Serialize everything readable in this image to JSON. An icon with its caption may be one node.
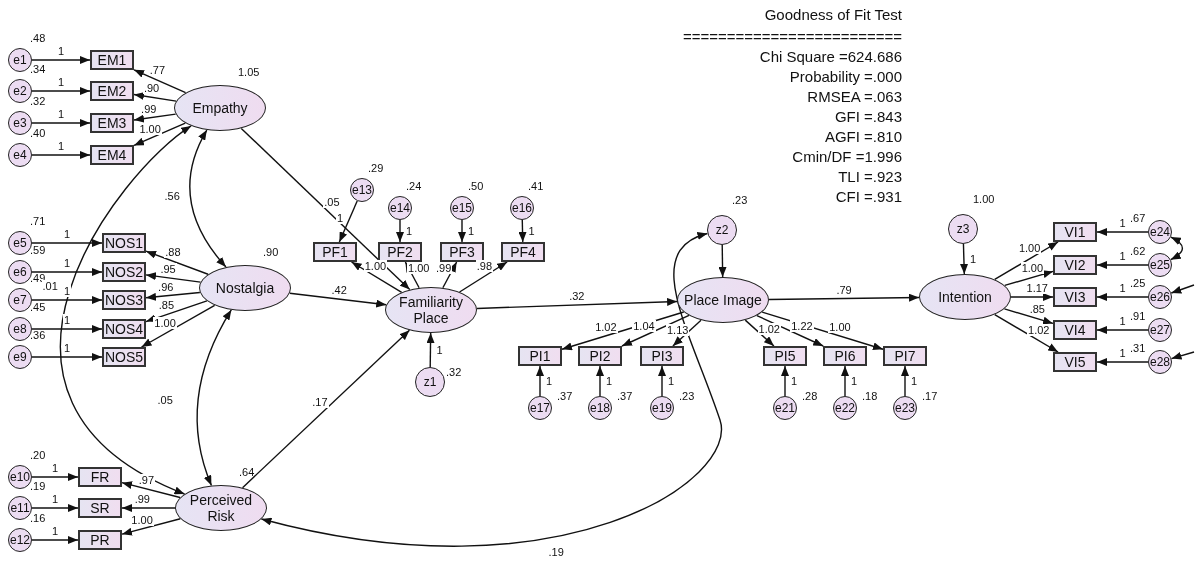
{
  "diagram": {
    "title": "Goodness of Fit Test",
    "nodes": [
      {
        "text": [
          "e1"
        ],
        "beside": [
          ".48"
        ]
      },
      {
        "text": [
          "e2"
        ],
        "beside": [
          ".34"
        ]
      },
      {
        "text": [
          "e3"
        ],
        "beside": [
          ".32"
        ]
      },
      {
        "text": [
          "e4"
        ],
        "beside": [
          ".40"
        ]
      },
      {
        "text": [
          "EM1"
        ]
      },
      {
        "text": [
          "EM2"
        ]
      },
      {
        "text": [
          "EM3"
        ]
      },
      {
        "text": [
          "EM4"
        ]
      },
      {
        "text": [
          "Empathy"
        ],
        "beside": [
          "1.05"
        ]
      },
      {
        "text": [
          "e5"
        ],
        "beside": [
          ".71"
        ]
      },
      {
        "text": [
          "e6"
        ],
        "beside": [
          ".59"
        ]
      },
      {
        "text": [
          "e7"
        ],
        "beside": [
          ".49"
        ]
      },
      {
        "text": [
          "e8"
        ],
        "beside": [
          ".45"
        ]
      },
      {
        "text": [
          "e9"
        ],
        "beside": [
          ".36"
        ]
      },
      {
        "text": [
          "NOS1"
        ]
      },
      {
        "text": [
          "NOS2"
        ]
      },
      {
        "text": [
          "NOS3"
        ]
      },
      {
        "text": [
          "NOS4"
        ]
      },
      {
        "text": [
          "NOS5"
        ]
      },
      {
        "text": [
          "Nostalgia"
        ],
        "beside": [
          ".90"
        ]
      },
      {
        "text": [
          "e10"
        ],
        "beside": [
          ".20"
        ]
      },
      {
        "text": [
          "e11"
        ],
        "beside": [
          ".19"
        ]
      },
      {
        "text": [
          "e12"
        ],
        "beside": [
          ".16"
        ]
      },
      {
        "text": [
          "FR"
        ]
      },
      {
        "text": [
          "SR"
        ]
      },
      {
        "text": [
          "PR"
        ]
      },
      {
        "text": [
          "Perceived Risk"
        ],
        "beside": [
          ".64"
        ]
      },
      {
        "text": [
          "e13"
        ],
        "beside": [
          ".29"
        ]
      },
      {
        "text": [
          "e14"
        ],
        "beside": [
          ".24"
        ]
      },
      {
        "text": [
          "e15"
        ],
        "beside": [
          ".50"
        ]
      },
      {
        "text": [
          "e16"
        ],
        "beside": [
          ".41"
        ]
      },
      {
        "text": [
          "PF1"
        ]
      },
      {
        "text": [
          "PF2"
        ]
      },
      {
        "text": [
          "PF3"
        ]
      },
      {
        "text": [
          "PF4"
        ]
      },
      {
        "text": [
          "Familiarity Place"
        ]
      },
      {
        "text": [
          "z1"
        ],
        "beside": [
          ".32"
        ]
      },
      {
        "text": [
          "z2"
        ],
        "beside": [
          ".23"
        ]
      },
      {
        "text": [
          "Place Image"
        ]
      },
      {
        "text": [
          "PI1"
        ]
      },
      {
        "text": [
          "PI2"
        ]
      },
      {
        "text": [
          "PI3"
        ]
      },
      {
        "text": [
          "PI5"
        ]
      },
      {
        "text": [
          "PI6"
        ]
      },
      {
        "text": [
          "PI7"
        ]
      },
      {
        "text": [
          "e17"
        ],
        "beside": [
          ".37"
        ]
      },
      {
        "text": [
          "e18"
        ],
        "beside": [
          ".37"
        ]
      },
      {
        "text": [
          "e19"
        ],
        "beside": [
          ".23"
        ]
      },
      {
        "text": [
          "e21"
        ],
        "beside": [
          ".28"
        ]
      },
      {
        "text": [
          "e22"
        ],
        "beside": [
          ".18"
        ]
      },
      {
        "text": [
          "e23"
        ],
        "beside": [
          ".17"
        ]
      },
      {
        "text": [
          "z3"
        ],
        "beside": [
          "1.00"
        ]
      },
      {
        "text": [
          "Intention"
        ]
      },
      {
        "text": [
          "VI1"
        ]
      },
      {
        "text": [
          "VI2"
        ]
      },
      {
        "text": [
          "VI3"
        ]
      },
      {
        "text": [
          "VI4"
        ]
      },
      {
        "text": [
          "VI5"
        ]
      },
      {
        "text": [
          "e24"
        ],
        "beside": [
          ".67"
        ]
      },
      {
        "text": [
          "e25"
        ],
        "beside": [
          ".62"
        ]
      },
      {
        "text": [
          "e26"
        ],
        "beside": [
          ".25"
        ]
      },
      {
        "text": [
          "e27"
        ],
        "beside": [
          ".91"
        ]
      },
      {
        "text": [
          "e28"
        ],
        "beside": [
          ".31"
        ]
      }
    ],
    "edges": [
      {
        "from": 0,
        "to": 4,
        "arrow": "to",
        "label": "1"
      },
      {
        "from": 1,
        "to": 5,
        "arrow": "to",
        "label": "1"
      },
      {
        "from": 2,
        "to": 6,
        "arrow": "to",
        "label": "1"
      },
      {
        "from": 3,
        "to": 7,
        "arrow": "to",
        "label": "1"
      },
      {
        "from": 8,
        "to": 4,
        "arrow": "to",
        "label": ".77"
      },
      {
        "from": 8,
        "to": 5,
        "arrow": "to",
        "label": ".90"
      },
      {
        "from": 8,
        "to": 6,
        "arrow": "to",
        "label": ".99"
      },
      {
        "from": 8,
        "to": 7,
        "arrow": "to",
        "label": "1.00"
      },
      {
        "from": 9,
        "to": 14,
        "arrow": "to",
        "label": "1"
      },
      {
        "from": 10,
        "to": 15,
        "arrow": "to",
        "label": "1"
      },
      {
        "from": 11,
        "to": 16,
        "arrow": "to",
        "label": "1"
      },
      {
        "from": 12,
        "to": 17,
        "arrow": "to",
        "label": "1"
      },
      {
        "from": 13,
        "to": 18,
        "arrow": "to",
        "label": "1"
      },
      {
        "from": 19,
        "to": 14,
        "arrow": "to",
        "label": ".88"
      },
      {
        "from": 19,
        "to": 15,
        "arrow": "to",
        "label": ".95"
      },
      {
        "from": 19,
        "to": 16,
        "arrow": "to",
        "label": ".96"
      },
      {
        "from": 19,
        "to": 17,
        "arrow": "to",
        "label": ".85"
      },
      {
        "from": 19,
        "to": 18,
        "arrow": "to",
        "label": "1.00"
      },
      {
        "from": 20,
        "to": 23,
        "arrow": "to",
        "label": "1"
      },
      {
        "from": 21,
        "to": 24,
        "arrow": "to",
        "label": "1"
      },
      {
        "from": 22,
        "to": 25,
        "arrow": "to",
        "label": "1"
      },
      {
        "from": 26,
        "to": 23,
        "arrow": "to",
        "label": ".97"
      },
      {
        "from": 26,
        "to": 24,
        "arrow": "to",
        "label": ".99"
      },
      {
        "from": 26,
        "to": 25,
        "arrow": "to",
        "label": "1.00"
      },
      {
        "from": 8,
        "to": 19,
        "arrow": "both",
        "label": ".56"
      },
      {
        "from": 8,
        "to": 26,
        "arrow": "both",
        "label": ".01"
      },
      {
        "from": 19,
        "to": 26,
        "arrow": "both",
        "label": ".05"
      },
      {
        "from": 8,
        "to": 35,
        "arrow": "to",
        "label": ".05"
      },
      {
        "from": 19,
        "to": 35,
        "arrow": "to",
        "label": ".42"
      },
      {
        "from": 26,
        "to": 35,
        "arrow": "to",
        "label": ".17"
      },
      {
        "from": 27,
        "to": 31,
        "arrow": "to",
        "label": "1"
      },
      {
        "from": 28,
        "to": 32,
        "arrow": "to",
        "label": "1"
      },
      {
        "from": 29,
        "to": 33,
        "arrow": "to",
        "label": "1"
      },
      {
        "from": 30,
        "to": 34,
        "arrow": "to",
        "label": "1"
      },
      {
        "from": 35,
        "to": 31,
        "arrow": "to",
        "label": "1.00"
      },
      {
        "from": 35,
        "to": 32,
        "arrow": "to",
        "label": "1.00"
      },
      {
        "from": 35,
        "to": 33,
        "arrow": "to",
        "label": ".99"
      },
      {
        "from": 35,
        "to": 34,
        "arrow": "to",
        "label": ".98"
      },
      {
        "from": 36,
        "to": 35,
        "arrow": "to",
        "label": "1"
      },
      {
        "from": 35,
        "to": 38,
        "arrow": "to",
        "label": ".32"
      },
      {
        "from": 37,
        "to": 38,
        "arrow": "to"
      },
      {
        "from": 38,
        "to": 39,
        "arrow": "to",
        "label": "1.02"
      },
      {
        "from": 38,
        "to": 40,
        "arrow": "to",
        "label": "1.04"
      },
      {
        "from": 38,
        "to": 41,
        "arrow": "to",
        "label": "1.13"
      },
      {
        "from": 38,
        "to": 42,
        "arrow": "to",
        "label": "1.02"
      },
      {
        "from": 38,
        "to": 43,
        "arrow": "to",
        "label": "1.22"
      },
      {
        "from": 38,
        "to": 44,
        "arrow": "to",
        "label": "1.00"
      },
      {
        "from": 45,
        "to": 39,
        "arrow": "to",
        "label": "1"
      },
      {
        "from": 46,
        "to": 40,
        "arrow": "to",
        "label": "1"
      },
      {
        "from": 47,
        "to": 41,
        "arrow": "to",
        "label": "1"
      },
      {
        "from": 48,
        "to": 42,
        "arrow": "to",
        "label": "1"
      },
      {
        "from": 49,
        "to": 43,
        "arrow": "to",
        "label": "1"
      },
      {
        "from": 50,
        "to": 44,
        "arrow": "to",
        "label": "1"
      },
      {
        "from": 37,
        "to": 26,
        "arrow": "both",
        "label": ".19"
      },
      {
        "from": 38,
        "to": 52,
        "arrow": "to",
        "label": ".79"
      },
      {
        "from": 51,
        "to": 52,
        "arrow": "to",
        "label": "1"
      },
      {
        "from": 52,
        "to": 53,
        "arrow": "to",
        "label": "1.00"
      },
      {
        "from": 52,
        "to": 54,
        "arrow": "to",
        "label": "1.00"
      },
      {
        "from": 52,
        "to": 55,
        "arrow": "to",
        "label": "1.17"
      },
      {
        "from": 52,
        "to": 56,
        "arrow": "to",
        "label": ".85"
      },
      {
        "from": 52,
        "to": 57,
        "arrow": "to",
        "label": "1.02"
      },
      {
        "from": 58,
        "to": 53,
        "arrow": "to",
        "label": "1"
      },
      {
        "from": 59,
        "to": 54,
        "arrow": "to",
        "label": "1"
      },
      {
        "from": 60,
        "to": 55,
        "arrow": "to",
        "label": "1"
      },
      {
        "from": 61,
        "to": 56,
        "arrow": "to",
        "label": "1"
      },
      {
        "from": 62,
        "to": 57,
        "arrow": "to",
        "label": "1"
      },
      {
        "from": 58,
        "to": 59,
        "arrow": "both"
      },
      {
        "from": null,
        "to": 60,
        "arrow": "to"
      },
      {
        "from": null,
        "to": 62,
        "arrow": "to"
      }
    ],
    "labels": [
      "=========================",
      "Chi Square =624.686",
      "Probability =.000",
      "RMSEA =.063",
      "GFI =.843",
      "AGFI =.810",
      "Cmin/DF =1.996",
      "TLI =.923",
      "CFI =.931"
    ]
  }
}
